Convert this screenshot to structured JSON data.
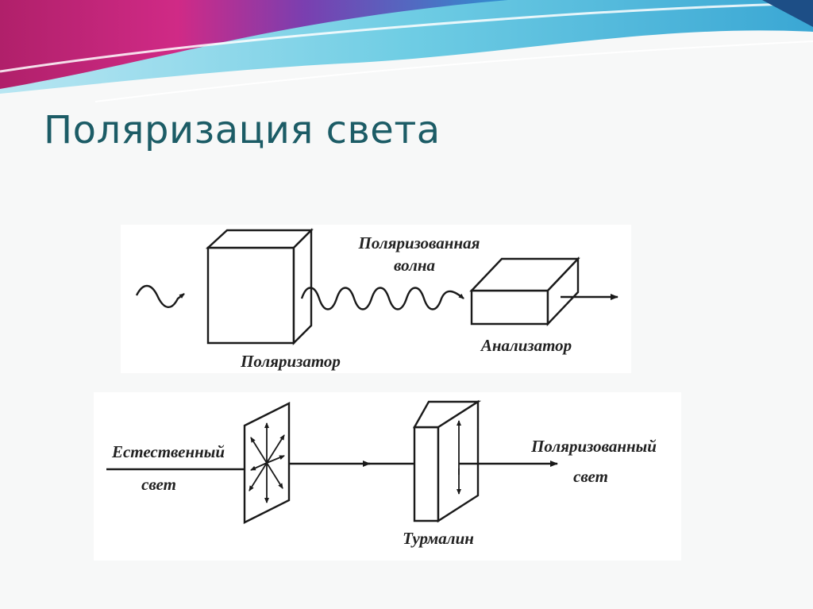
{
  "slide": {
    "title": "Поляризация света"
  },
  "diagram_top": {
    "wave_label_line1": "Поляризованная",
    "wave_label_line2": "волна",
    "polarizer_label": "Поляризатор",
    "analyzer_label": "Анализатор"
  },
  "diagram_bottom": {
    "natural_light_line1": "Естественный",
    "natural_light_line2": "свет",
    "polarized_light_line1": "Поляризованный",
    "polarized_light_line2": "свет",
    "tourmaline_label": "Турмалин"
  },
  "colors": {
    "title": "#1c5c66",
    "banner_magenta": "#c2247a",
    "banner_cyan": "#5cc8e0"
  }
}
